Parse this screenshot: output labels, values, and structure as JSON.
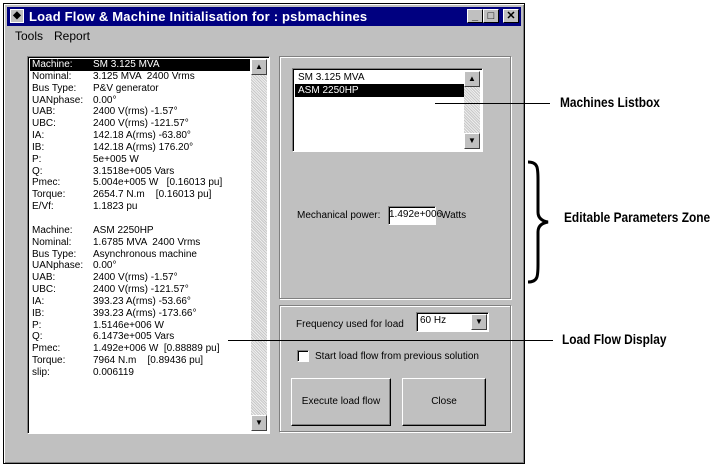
{
  "window": {
    "title": "Load Flow & Machine Initialisation for :  psbmachines",
    "minimize": "_",
    "maximize": "□",
    "close": "✕"
  },
  "menu": {
    "tools": "Tools",
    "report": "Report"
  },
  "load_flow": {
    "lines": [
      {
        "label": "Machine:",
        "value": "SM 3.125 MVA",
        "selected": true
      },
      {
        "label": "Nominal:",
        "value": "3.125 MVA  2400 Vrms"
      },
      {
        "label": "Bus Type:",
        "value": "P&V generator"
      },
      {
        "label": "UANphase:",
        "value": "0.00°"
      },
      {
        "label": "UAB:",
        "value": "2400 V(rms) -1.57°"
      },
      {
        "label": "UBC:",
        "value": "2400 V(rms) -121.57°"
      },
      {
        "label": "IA:",
        "value": "142.18 A(rms) -63.80°"
      },
      {
        "label": "IB:",
        "value": "142.18 A(rms) 176.20°"
      },
      {
        "label": "P:",
        "value": "5e+005 W"
      },
      {
        "label": "Q:",
        "value": "3.1518e+005 Vars"
      },
      {
        "label": "Pmec:",
        "value": "5.004e+005 W   [0.16013 pu]"
      },
      {
        "label": "Torque:",
        "value": "2654.7 N.m    [0.16013 pu]"
      },
      {
        "label": "E/Vf:",
        "value": "1.1823 pu"
      },
      {
        "label": "",
        "value": ""
      },
      {
        "label": "Machine:",
        "value": "ASM 2250HP"
      },
      {
        "label": "Nominal:",
        "value": "1.6785 MVA  2400 Vrms"
      },
      {
        "label": "Bus Type:",
        "value": "Asynchronous machine"
      },
      {
        "label": "UANphase:",
        "value": "0.00°"
      },
      {
        "label": "UAB:",
        "value": "2400 V(rms) -1.57°"
      },
      {
        "label": "UBC:",
        "value": "2400 V(rms) -121.57°"
      },
      {
        "label": "IA:",
        "value": "393.23 A(rms) -53.66°"
      },
      {
        "label": "IB:",
        "value": "393.23 A(rms) -173.66°"
      },
      {
        "label": "P:",
        "value": "1.5146e+006 W"
      },
      {
        "label": "Q:",
        "value": "6.1473e+005 Vars"
      },
      {
        "label": "Pmec:",
        "value": "1.492e+006 W  [0.88889 pu]"
      },
      {
        "label": "Torque:",
        "value": "7964 N.m    [0.89436 pu]"
      },
      {
        "label": "slip:",
        "value": "0.006119"
      }
    ]
  },
  "machines": {
    "items": [
      {
        "label": "SM 3.125 MVA",
        "selected": false
      },
      {
        "label": "ASM 2250HP",
        "selected": true
      }
    ]
  },
  "params": {
    "mech_power_label": "Mechanical power:",
    "mech_power_value": "1.492e+006",
    "mech_power_unit": "Watts"
  },
  "controls": {
    "frequency_label": "Frequency used for load",
    "frequency_value": "60 Hz",
    "previous_solution_label": "Start load flow from previous solution",
    "execute_label": "Execute load flow",
    "close_label": "Close"
  },
  "callouts": {
    "machines_listbox": "Machines Listbox",
    "editable_zone": "Editable Parameters Zone",
    "load_flow_display": "Load Flow Display"
  }
}
